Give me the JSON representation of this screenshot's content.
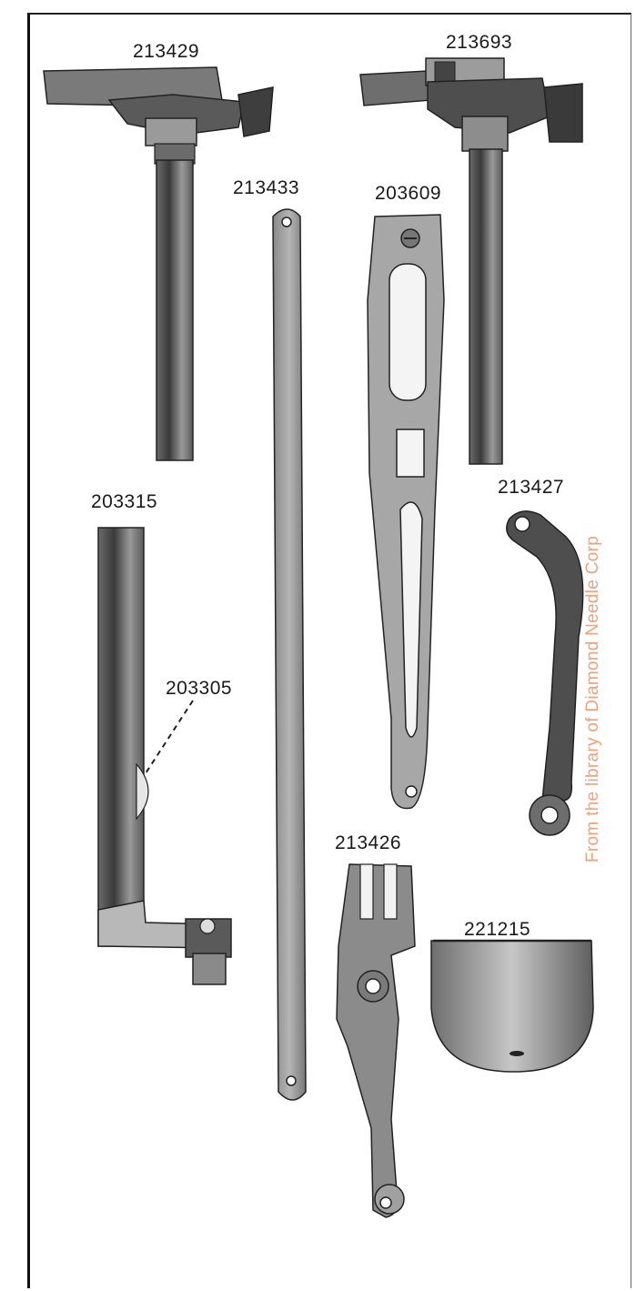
{
  "parts": {
    "p213429": "213429",
    "p213693": "213693",
    "p213433": "213433",
    "p203609": "203609",
    "p203315": "203315",
    "p213427": "213427",
    "p203305": "203305",
    "p213426": "213426",
    "p221215": "221215"
  },
  "watermark": "From the library of Diamond Needle Corp",
  "colors": {
    "ink": "#1a1a1a",
    "metal_dark": "#4a4a4a",
    "metal_mid": "#8c8c8c",
    "metal_light": "#c9c9c9",
    "watermark": "#f2a07b"
  }
}
